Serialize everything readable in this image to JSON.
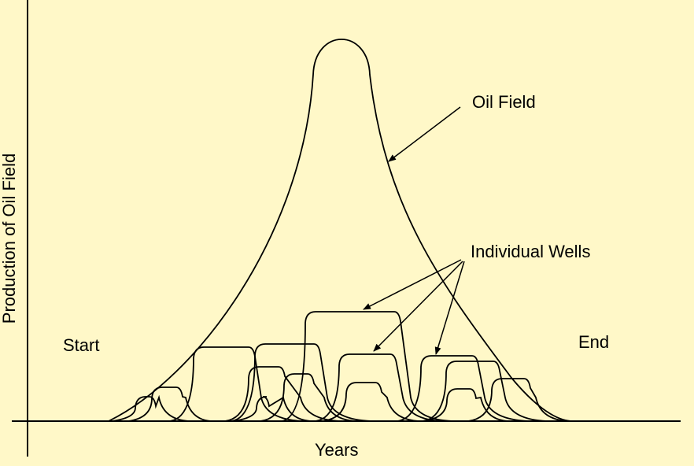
{
  "labels": {
    "oil_field": "Oil Field",
    "individual_wells": "Individual Wells",
    "start": "Start",
    "end": "End",
    "x_axis": "Years",
    "y_axis": "Production of Oil Field"
  },
  "colors": {
    "background": "#FFF8C8",
    "line": "#000000"
  }
}
